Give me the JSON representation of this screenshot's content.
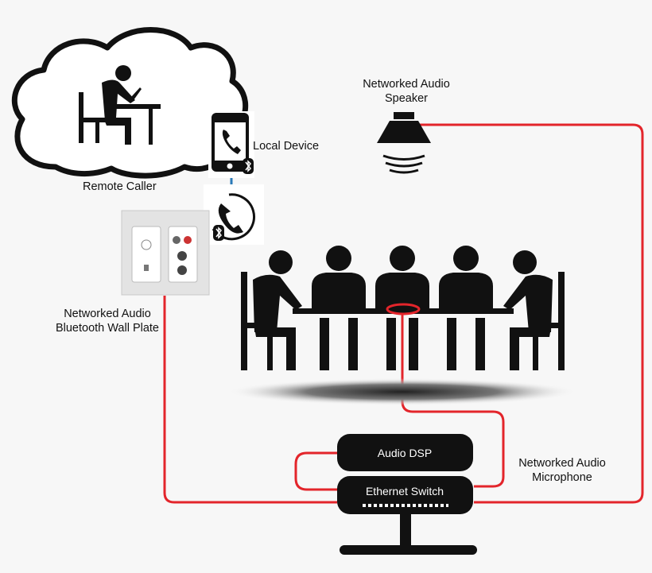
{
  "labels": {
    "remote_caller": "Remote Caller",
    "local_device": "Local Device",
    "speaker_line1": "Networked Audio",
    "speaker_line2": "Speaker",
    "wallplate_line1": "Networked Audio",
    "wallplate_line2": "Bluetooth Wall Plate",
    "mic_line1": "Networked Audio",
    "mic_line2": "Microphone",
    "dsp": "Audio DSP",
    "switch": "Ethernet Switch"
  },
  "icons": [
    "cloud-icon",
    "person-at-desk-icon",
    "smartphone-icon",
    "bluetooth-icon",
    "phone-handset-icon",
    "speaker-icon",
    "wall-plate-icon",
    "meeting-table-icon",
    "microphone-icon"
  ],
  "colors": {
    "cable": "#e3252b",
    "bt_link": "#2a7ab8",
    "device": "#111111",
    "background": "#f7f7f7"
  }
}
